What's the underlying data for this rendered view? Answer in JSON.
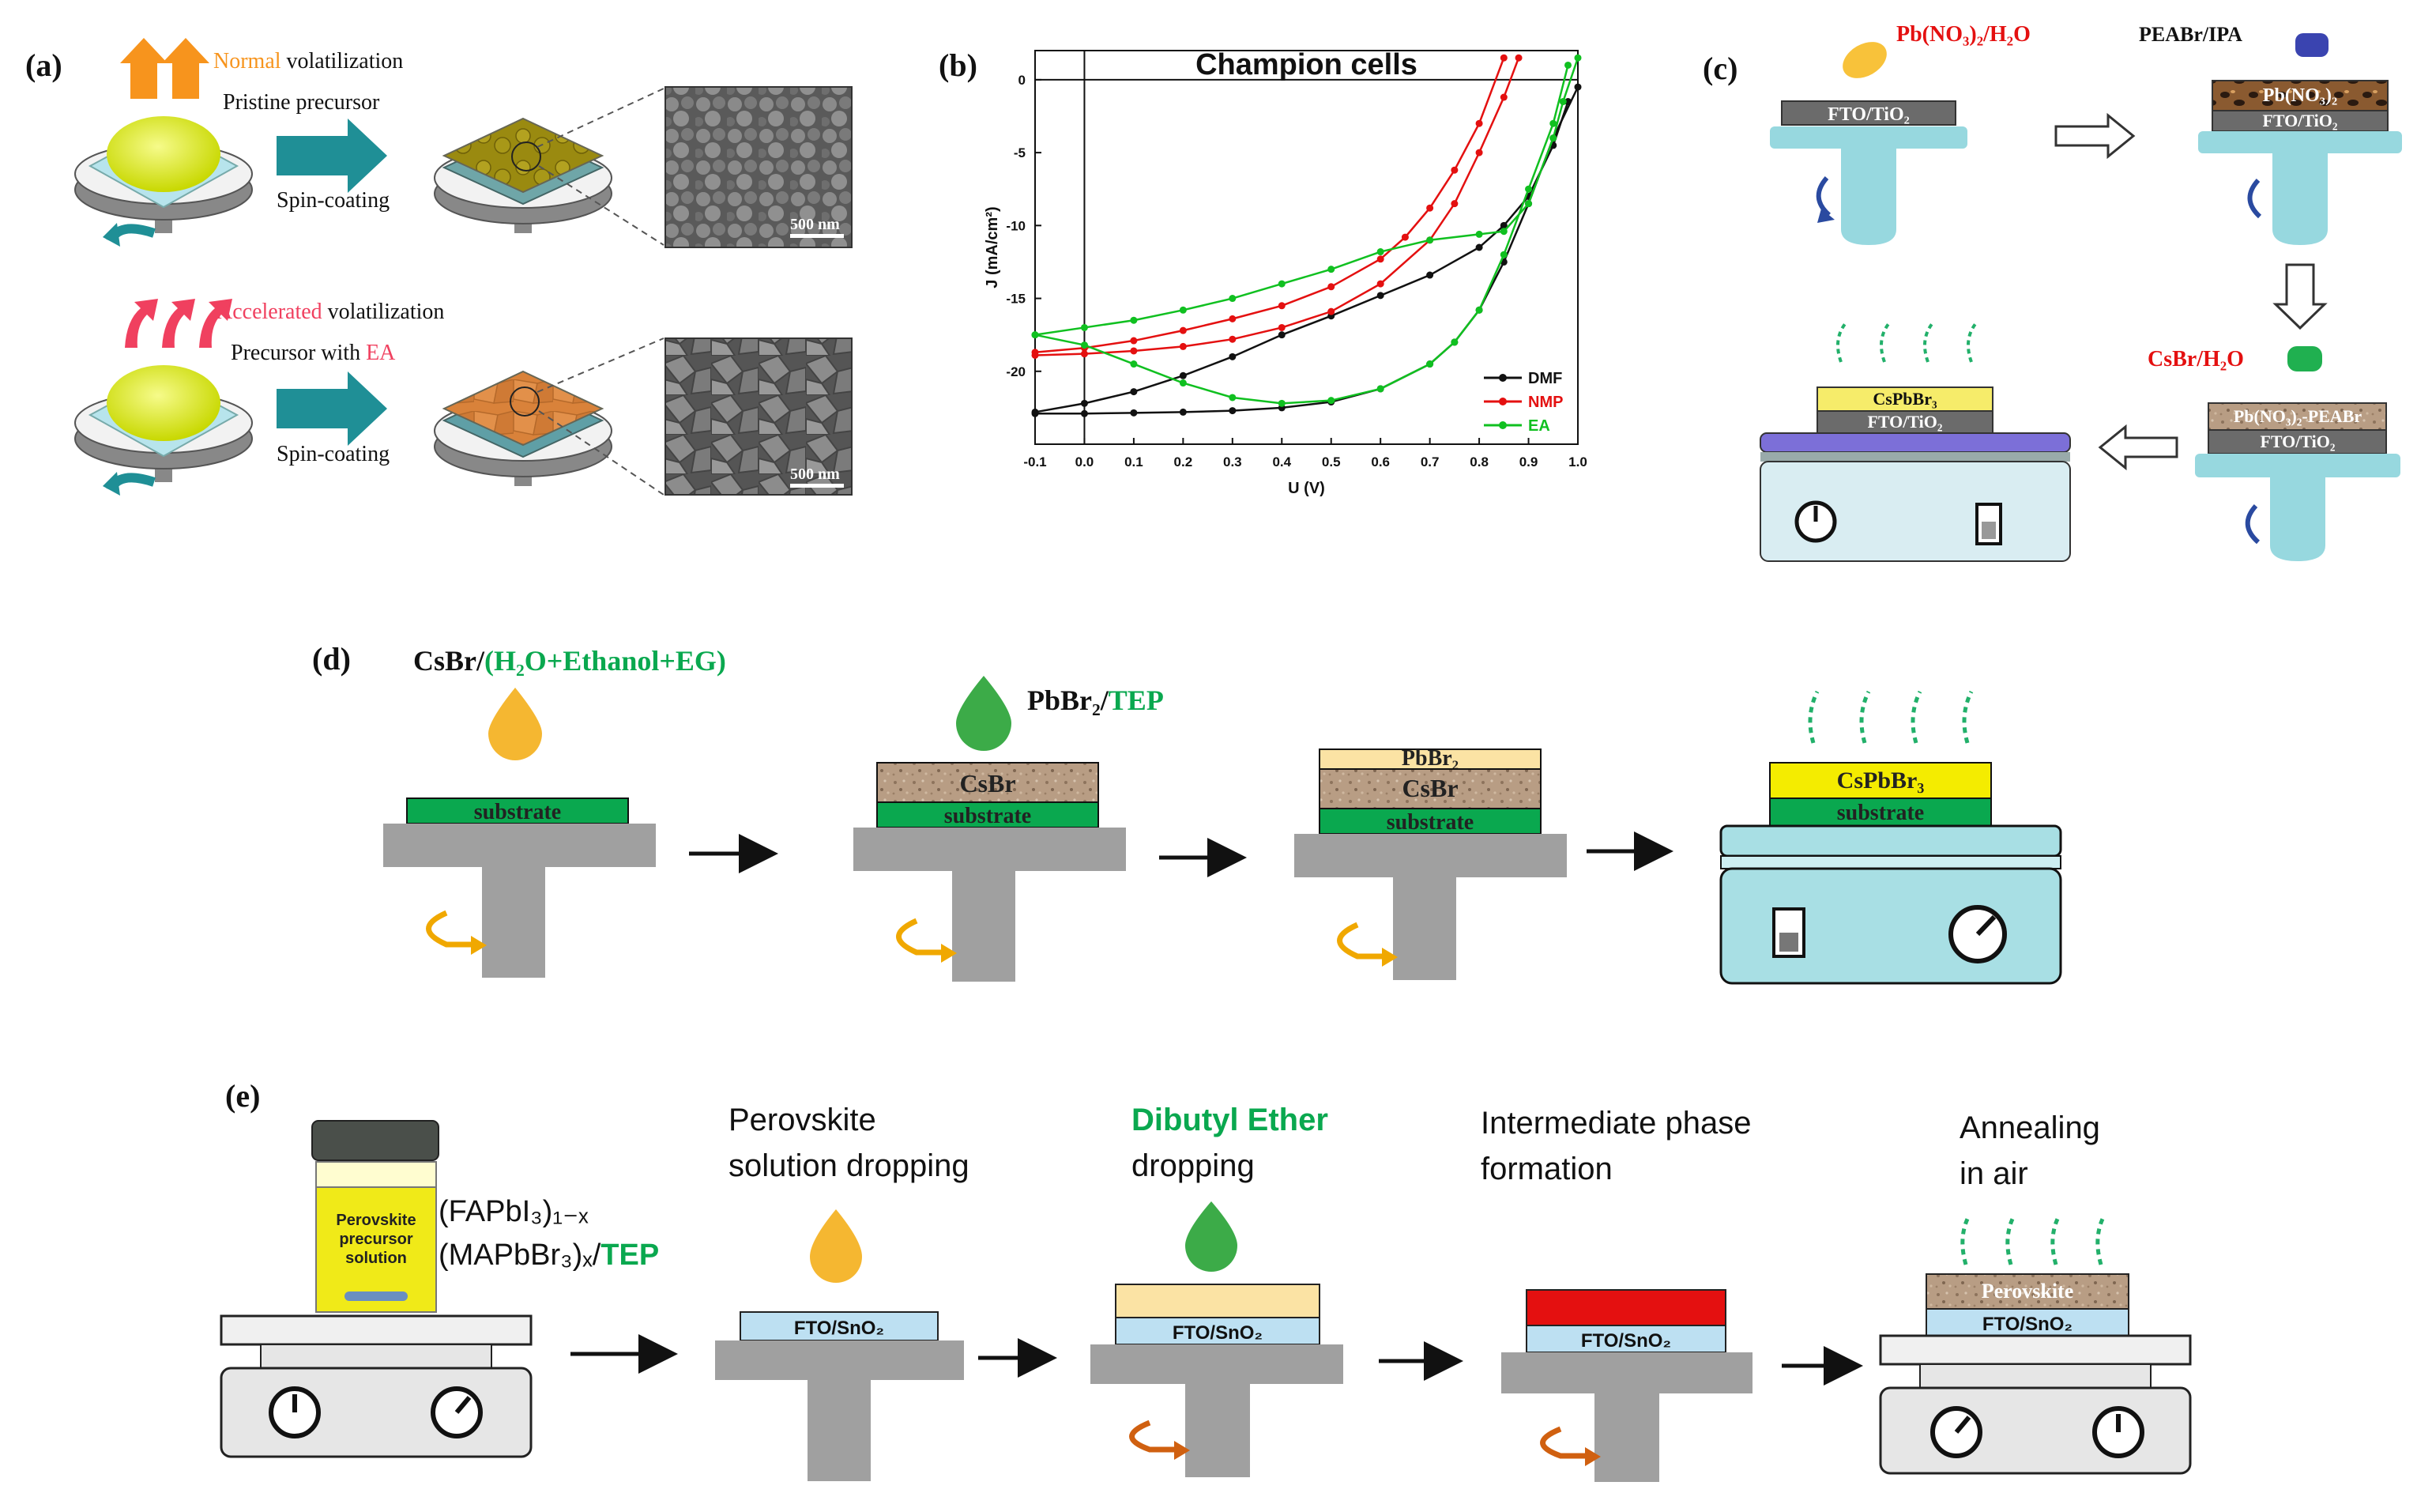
{
  "colors": {
    "cyan": "#97d8df",
    "teal": "#1f8f96",
    "gray": "#a0a0a0",
    "green": "#0aa84f",
    "red": "#e41010",
    "orange": "#f39c12",
    "pink": "#f0405f",
    "sand": "#b89d84",
    "cream": "#fbe3a4",
    "yellow": "#f4ec00",
    "fto_blue": "#bde0f2",
    "black": "#111111"
  },
  "panel_a": {
    "label": "(a)",
    "normal_word": "Normal",
    "normal_rest": " volatilization",
    "pristine": "Pristine precursor",
    "spin1": "Spin-coating",
    "scale1": "500 nm",
    "accel_word": "Accelerated",
    "accel_rest": " volatilization",
    "precursor_with": "Precursor with ",
    "ea": "EA",
    "spin2": "Spin-coating",
    "scale2": "500 nm"
  },
  "panel_b": {
    "label": "(b)"
  },
  "chart_data": {
    "type": "line",
    "title": "Champion cells",
    "xlabel": "U (V)",
    "ylabel": "J (mA/cm²)",
    "xlim": [
      -0.1,
      1.0
    ],
    "ylim": [
      -25,
      2
    ],
    "x_ticks": [
      "-0.1",
      "0.0",
      "0.1",
      "0.2",
      "0.3",
      "0.4",
      "0.5",
      "0.6",
      "0.7",
      "0.8",
      "0.9",
      "1.0"
    ],
    "y_ticks": [
      "0",
      "-5",
      "-10",
      "-15",
      "-20"
    ],
    "grid": false,
    "legend_position": "bottom-right",
    "series": [
      {
        "name": "DMF",
        "color": "#111111",
        "curves": [
          {
            "x": [
              -0.1,
              0.0,
              0.1,
              0.2,
              0.3,
              0.4,
              0.5,
              0.6,
              0.7,
              0.75,
              0.8,
              0.85,
              0.9,
              0.95,
              1.0
            ],
            "y": [
              -22.9,
              -22.9,
              -22.85,
              -22.8,
              -22.7,
              -22.5,
              -22.1,
              -21.2,
              -19.5,
              -18.0,
              -15.8,
              -12.5,
              -8.5,
              -4.0,
              -0.5
            ]
          },
          {
            "x": [
              -0.1,
              0.0,
              0.1,
              0.2,
              0.3,
              0.4,
              0.5,
              0.6,
              0.7,
              0.8,
              0.85,
              0.9,
              0.95,
              0.98
            ],
            "y": [
              -22.8,
              -22.2,
              -21.4,
              -20.3,
              -19.0,
              -17.5,
              -16.2,
              -14.8,
              -13.4,
              -11.5,
              -10.0,
              -8.0,
              -4.5,
              -1.5
            ]
          }
        ]
      },
      {
        "name": "NMP",
        "color": "#e41010",
        "curves": [
          {
            "x": [
              -0.1,
              0.0,
              0.1,
              0.2,
              0.3,
              0.4,
              0.5,
              0.6,
              0.7,
              0.75,
              0.8,
              0.85,
              0.88
            ],
            "y": [
              -18.9,
              -18.8,
              -18.6,
              -18.3,
              -17.8,
              -17.0,
              -15.9,
              -14.0,
              -11.0,
              -8.5,
              -5.0,
              -1.2,
              1.5
            ]
          },
          {
            "x": [
              -0.1,
              0.0,
              0.1,
              0.2,
              0.3,
              0.4,
              0.5,
              0.6,
              0.65,
              0.7,
              0.75,
              0.8,
              0.85
            ],
            "y": [
              -18.7,
              -18.4,
              -17.9,
              -17.2,
              -16.4,
              -15.5,
              -14.2,
              -12.3,
              -10.8,
              -8.8,
              -6.2,
              -3.0,
              1.5
            ]
          }
        ]
      },
      {
        "name": "EA",
        "color": "#10c020",
        "curves": [
          {
            "x": [
              -0.1,
              0.0,
              0.1,
              0.2,
              0.3,
              0.4,
              0.5,
              0.6,
              0.7,
              0.8,
              0.85,
              0.9,
              0.95,
              0.97,
              1.0
            ],
            "y": [
              -17.5,
              -17.0,
              -16.5,
              -15.8,
              -15.0,
              -14.0,
              -13.0,
              -11.8,
              -11.0,
              -10.6,
              -10.4,
              -8.5,
              -4.0,
              -1.5,
              1.5
            ]
          },
          {
            "x": [
              -0.1,
              0.0,
              0.1,
              0.2,
              0.3,
              0.4,
              0.5,
              0.6,
              0.7,
              0.75,
              0.8,
              0.85,
              0.9,
              0.95,
              0.98
            ],
            "y": [
              -17.5,
              -18.2,
              -19.5,
              -20.8,
              -21.8,
              -22.2,
              -22.0,
              -21.2,
              -19.5,
              -18.0,
              -15.8,
              -12.0,
              -7.5,
              -3.0,
              1.0
            ]
          }
        ]
      }
    ]
  },
  "panel_c": {
    "label": "(c)",
    "pbno3_h2o": "Pb(NO₃)₂/H₂O",
    "peabr_ipa": "PEABr/IPA",
    "fto_tio2": "FTO/TiO₂",
    "pbno3": "Pb(NO₃)₂",
    "csbr_h2o": "CsBr/H₂O",
    "pbno3_peabr": "Pb(NO₃)₂-PEABr",
    "cspbbr3": "CsPbBr₃"
  },
  "panel_d": {
    "label": "(d)",
    "csbr_prefix": "CsBr/",
    "solvent": "(H₂O+Ethanol+EG)",
    "pbbr2_prefix": "PbBr₂/",
    "tep": "TEP",
    "substrate": "substrate",
    "csbr": "CsBr",
    "pbbr2": "PbBr₂",
    "cspbbr3": "CsPbBr₃"
  },
  "panel_e": {
    "label": "(e)",
    "vial_label": [
      "Perovskite",
      "precursor",
      "solution"
    ],
    "formula_line1": "(FAPbI₃)₁₋ₓ",
    "formula_line2": "(MAPbBr₃)ₓ/",
    "tep": "TEP",
    "step1": [
      "Perovskite",
      "solution dropping"
    ],
    "step2_green": "Dibutyl Ether",
    "step2_rest": "dropping",
    "step3": [
      "Intermediate phase",
      "formation"
    ],
    "step4": [
      "Annealing",
      "in air"
    ],
    "fto_sno2": "FTO/SnO₂",
    "perovskite": "Perovskite"
  }
}
